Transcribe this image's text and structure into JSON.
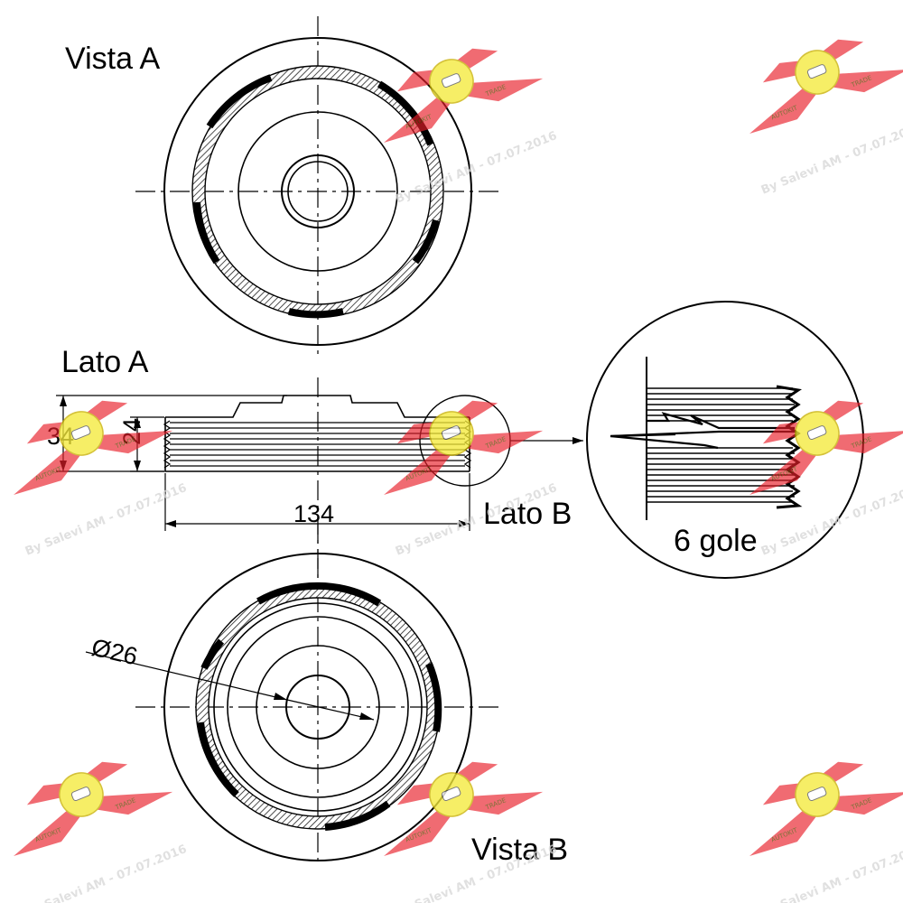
{
  "labels": {
    "vista_a": "Vista A",
    "lato_a": "Lato A",
    "lato_b": "Lato B",
    "vista_b": "Vista B",
    "detail_caption": "6 gole"
  },
  "dimensions": {
    "overall_width": "34",
    "groove_width": "24",
    "diameter": "134",
    "bore": "Ø26"
  },
  "watermark": {
    "text": "By Salevi AM - 07.07.2016",
    "logo_text": "AUTOKIT",
    "logo_sub": "TRADE",
    "wing_color": "#e8202a",
    "badge_color": "#f4ea3a"
  }
}
